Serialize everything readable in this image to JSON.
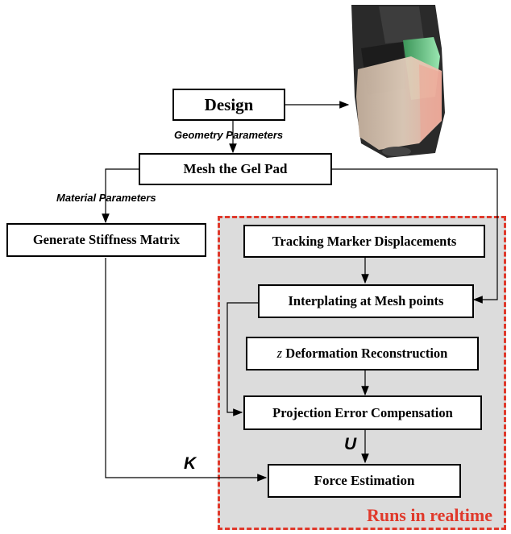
{
  "boxes": {
    "design": "Design",
    "mesh": "Mesh the Gel Pad",
    "stiffness": "Generate Stiffness Matrix",
    "tracking": "Tracking Marker Displacements",
    "interplating": "Interplating at Mesh points",
    "z_var": "z",
    "deformation": "Deformation Reconstruction",
    "projection": "Projection Error Compensation",
    "force": "Force Estimation"
  },
  "labels": {
    "geometry": "Geometry Parameters",
    "material": "Material Parameters",
    "k": "K",
    "u": "U"
  },
  "region_label": "Runs in realtime",
  "colors": {
    "region_border": "#e0392b",
    "region_fill": "#dcdcdc",
    "accent": "#e0392b"
  }
}
